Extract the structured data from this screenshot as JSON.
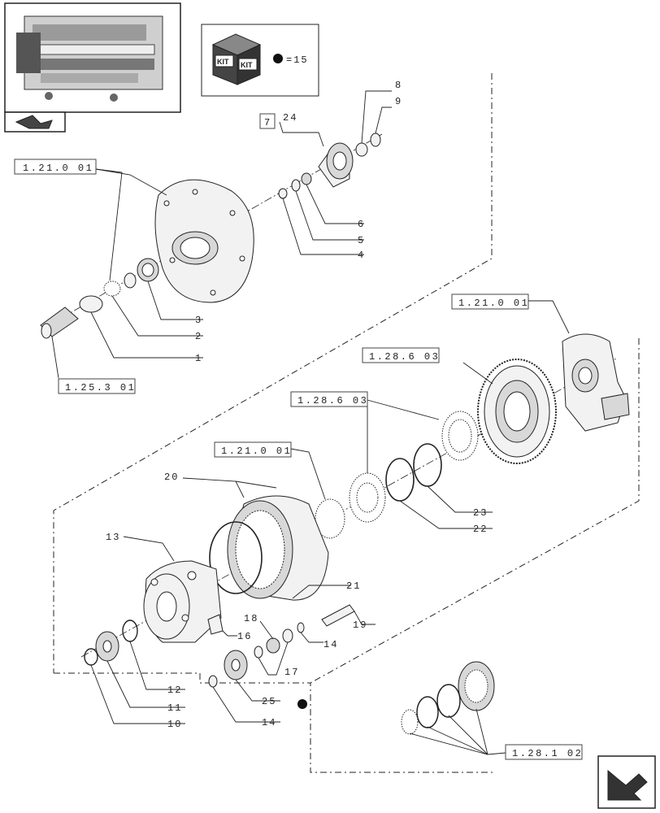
{
  "kit": {
    "kit_label_1": "KIT",
    "kit_label_2": "KIT",
    "equals_text": "=15"
  },
  "refs": {
    "r1": "1.21.0 01",
    "r2": "1.21.0 01",
    "r3": "1.28.6 03",
    "r4": "1.28.6 03",
    "r5": "1.21.0 01",
    "r6": "1.25.3 01",
    "r7": "1.28.1 02",
    "r8": "7"
  },
  "callouts": {
    "n1": "1",
    "n2": "2",
    "n3": "3",
    "n4": "4",
    "n5": "5",
    "n6": "6",
    "n8": "8",
    "n9": "9",
    "n10": "10",
    "n11": "11",
    "n12": "12",
    "n13": "13",
    "n14a": "14",
    "n14b": "14",
    "n16": "16",
    "n17": "17",
    "n18": "18",
    "n19": "19",
    "n20": "20",
    "n21": "21",
    "n22": "22",
    "n23": "23",
    "n24": "24",
    "n25": "25"
  },
  "icons": {
    "thumbnail": "transmission-thumbnail-icon",
    "kit": "kit-box-icon",
    "nav_prev": "arrow-back-icon",
    "nav_next": "arrow-next-icon"
  },
  "colors": {
    "line": "#222222",
    "kit_dot": "#111111"
  }
}
